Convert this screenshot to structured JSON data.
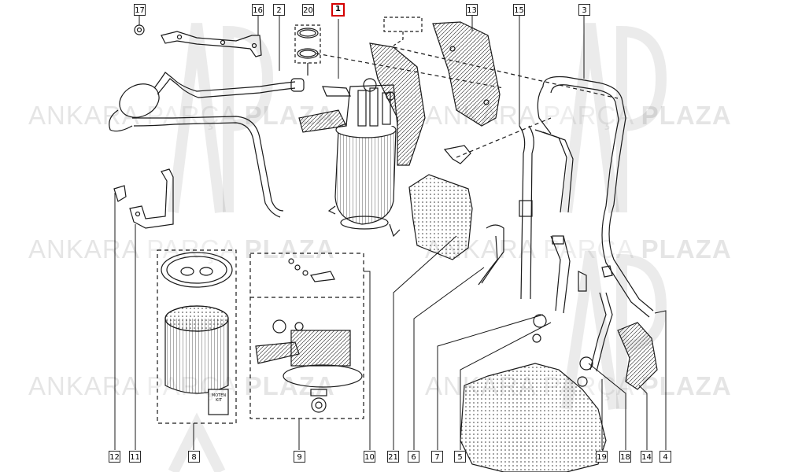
{
  "diagram": {
    "selected_part": "1",
    "callouts": [
      {
        "id": "17",
        "label": "17"
      },
      {
        "id": "16",
        "label": "16"
      },
      {
        "id": "2",
        "label": "2"
      },
      {
        "id": "20",
        "label": "20"
      },
      {
        "id": "1",
        "label": "1"
      },
      {
        "id": "13",
        "label": "13"
      },
      {
        "id": "15",
        "label": "15"
      },
      {
        "id": "3",
        "label": "3"
      },
      {
        "id": "12",
        "label": "12"
      },
      {
        "id": "11",
        "label": "11"
      },
      {
        "id": "8",
        "label": "8"
      },
      {
        "id": "9",
        "label": "9"
      },
      {
        "id": "10",
        "label": "10"
      },
      {
        "id": "21",
        "label": "21"
      },
      {
        "id": "6",
        "label": "6"
      },
      {
        "id": "7",
        "label": "7"
      },
      {
        "id": "5",
        "label": "5"
      },
      {
        "id": "19",
        "label": "19"
      },
      {
        "id": "18",
        "label": "18"
      },
      {
        "id": "14",
        "label": "14"
      },
      {
        "id": "4",
        "label": "4"
      }
    ],
    "filter_label": "MOTEN KIT"
  },
  "watermark": {
    "word1": "ANKARA",
    "word2": "PARÇA",
    "word3": "PLAZA",
    "logo_text": "AP"
  },
  "colors": {
    "line": "#1a1a1a",
    "selected_border": "#d40000",
    "watermark": "#000000"
  }
}
